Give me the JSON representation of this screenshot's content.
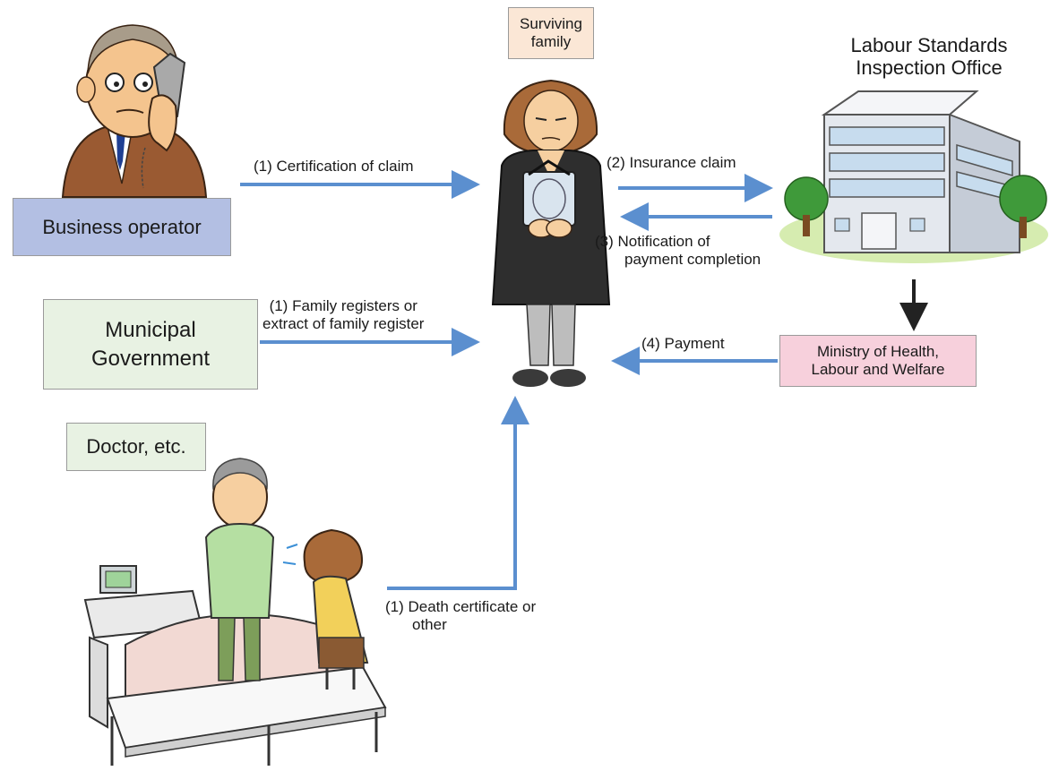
{
  "nodes": {
    "business_operator": "Business operator",
    "surviving_family": [
      "Surviving",
      "family"
    ],
    "labour_office": [
      "Labour Standards",
      "Inspection Office"
    ],
    "municipal": [
      "Municipal",
      "Government"
    ],
    "doctor": "Doctor, etc.",
    "ministry": [
      "Ministry of Health,",
      "Labour and Welfare"
    ]
  },
  "edges": {
    "certification": "(1) Certification of claim",
    "family_register": [
      "(1) Family registers or",
      "extract of family register"
    ],
    "insurance_claim": "(2) Insurance claim",
    "notification": [
      "(3) Notification of",
      "payment completion"
    ],
    "payment": "(4) Payment",
    "death_certificate": [
      "(1) Death certificate or",
      "other"
    ]
  },
  "colors": {
    "arrow": "#5b8fcf",
    "business_box": "#b3bfe3",
    "municipal_box": "#e8f2e3",
    "doctor_box": "#e8f2e3",
    "surviving_box": "#fbe7d6",
    "ministry_box": "#f7d0dc"
  }
}
